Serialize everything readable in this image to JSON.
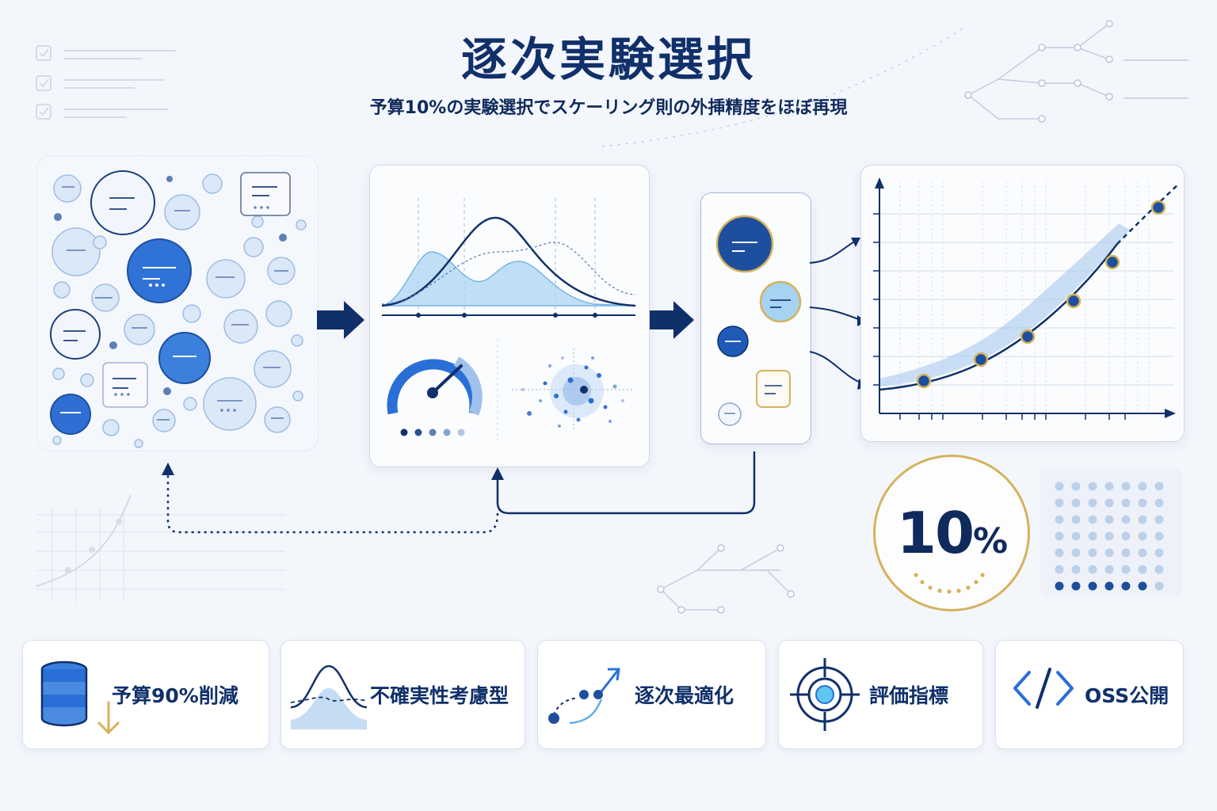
{
  "header": {
    "title": "逐次実験選択",
    "subtitle": "予算10%の実験選択でスケーリング則の外挿精度をほぼ再現"
  },
  "highlight": {
    "value": "10",
    "unit": "%"
  },
  "features": [
    {
      "label": "予算90%削減",
      "icon": "database-down-icon"
    },
    {
      "label": "不確実性考慮型",
      "icon": "distribution-curve-icon"
    },
    {
      "label": "逐次最適化",
      "icon": "sequential-steps-icon"
    },
    {
      "label": "評価指標",
      "icon": "target-icon"
    },
    {
      "label": "OSS公開",
      "icon": "code-brackets-icon"
    }
  ],
  "colors": {
    "navy": "#10306a",
    "blue": "#2a6fd6",
    "light_blue": "#bcd6f2",
    "gold": "#d5b25c",
    "background": "#f3f6fb"
  }
}
